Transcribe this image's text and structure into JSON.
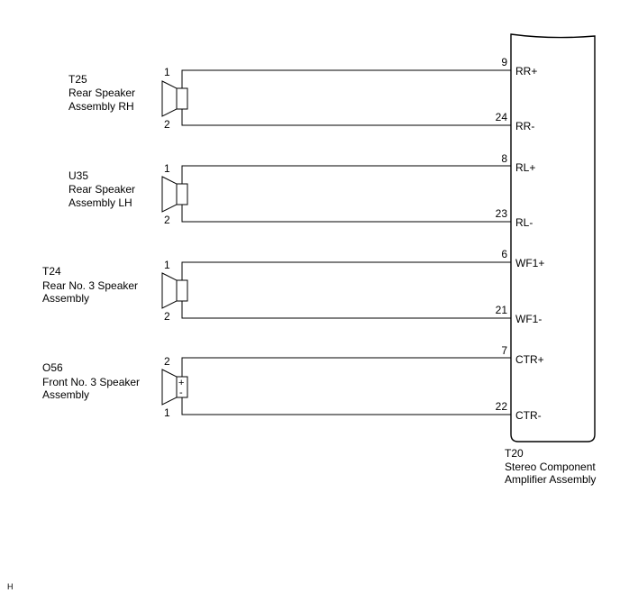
{
  "amplifier": {
    "code": "T20",
    "name_line1": "Stereo Component",
    "name_line2": "Amplifier Assembly",
    "pins": [
      {
        "num": "9",
        "label": "RR+"
      },
      {
        "num": "24",
        "label": "RR-"
      },
      {
        "num": "8",
        "label": "RL+"
      },
      {
        "num": "23",
        "label": "RL-"
      },
      {
        "num": "6",
        "label": "WF1+"
      },
      {
        "num": "21",
        "label": "WF1-"
      },
      {
        "num": "7",
        "label": "CTR+"
      },
      {
        "num": "22",
        "label": "CTR-"
      }
    ]
  },
  "speakers": [
    {
      "code": "T25",
      "line1": "Rear Speaker",
      "line2": "Assembly RH",
      "top_pin": "1",
      "bottom_pin": "2"
    },
    {
      "code": "U35",
      "line1": "Rear Speaker",
      "line2": "Assembly LH",
      "top_pin": "1",
      "bottom_pin": "2"
    },
    {
      "code": "T24",
      "line1": "Rear No. 3 Speaker",
      "line2": "Assembly",
      "top_pin": "1",
      "bottom_pin": "2"
    },
    {
      "code": "O56",
      "line1": "Front No. 3 Speaker",
      "line2": "Assembly",
      "top_pin": "2",
      "bottom_pin": "1",
      "polarity_plus": "+",
      "polarity_minus": "-"
    }
  ],
  "footer_mark": "H"
}
